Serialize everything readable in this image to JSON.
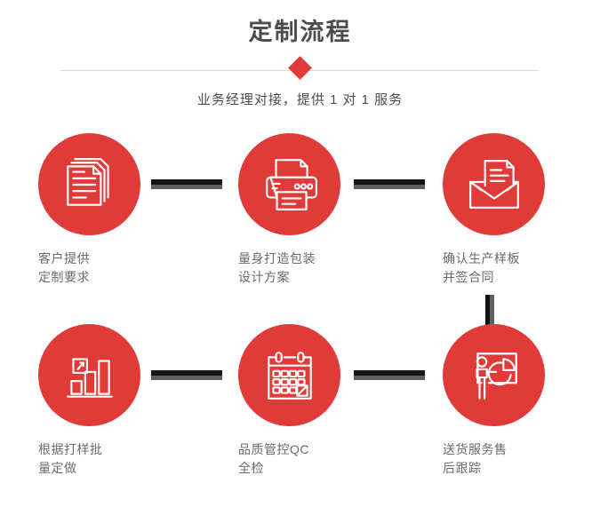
{
  "header": {
    "title": "定制流程",
    "subtitle": "业务经理对接，提供 1 对 1 服务",
    "diamond_icon": "diamond-marker",
    "accent_color": "#e03a3a",
    "title_color": "#4d4d4d",
    "divider_color": "#dcdcdc"
  },
  "steps": [
    {
      "index": "1",
      "icon": "documents-icon",
      "label": "客户提供\n定制要求",
      "circle_color": "#e03b39"
    },
    {
      "index": "2",
      "icon": "printer-icon",
      "label": "量身打造包装\n设计方案",
      "circle_color": "#e03b39"
    },
    {
      "index": "3",
      "icon": "envelope-letter-icon",
      "label": "确认生产样板\n并签合同",
      "circle_color": "#e03b39"
    },
    {
      "index": "4",
      "icon": "bar-chart-growth-icon",
      "label": "根据打样批\n量定做",
      "circle_color": "#e03b39"
    },
    {
      "index": "5",
      "icon": "calendar-check-icon",
      "label": "品质管控QC\n全检",
      "circle_color": "#e03b39"
    },
    {
      "index": "6",
      "icon": "presenter-pie-chart-icon",
      "label": "送货服务售\n后跟踪",
      "circle_color": "#e03b39"
    }
  ],
  "connectors": {
    "dark_color": "#141414",
    "light_color": "#5f5f5f"
  }
}
